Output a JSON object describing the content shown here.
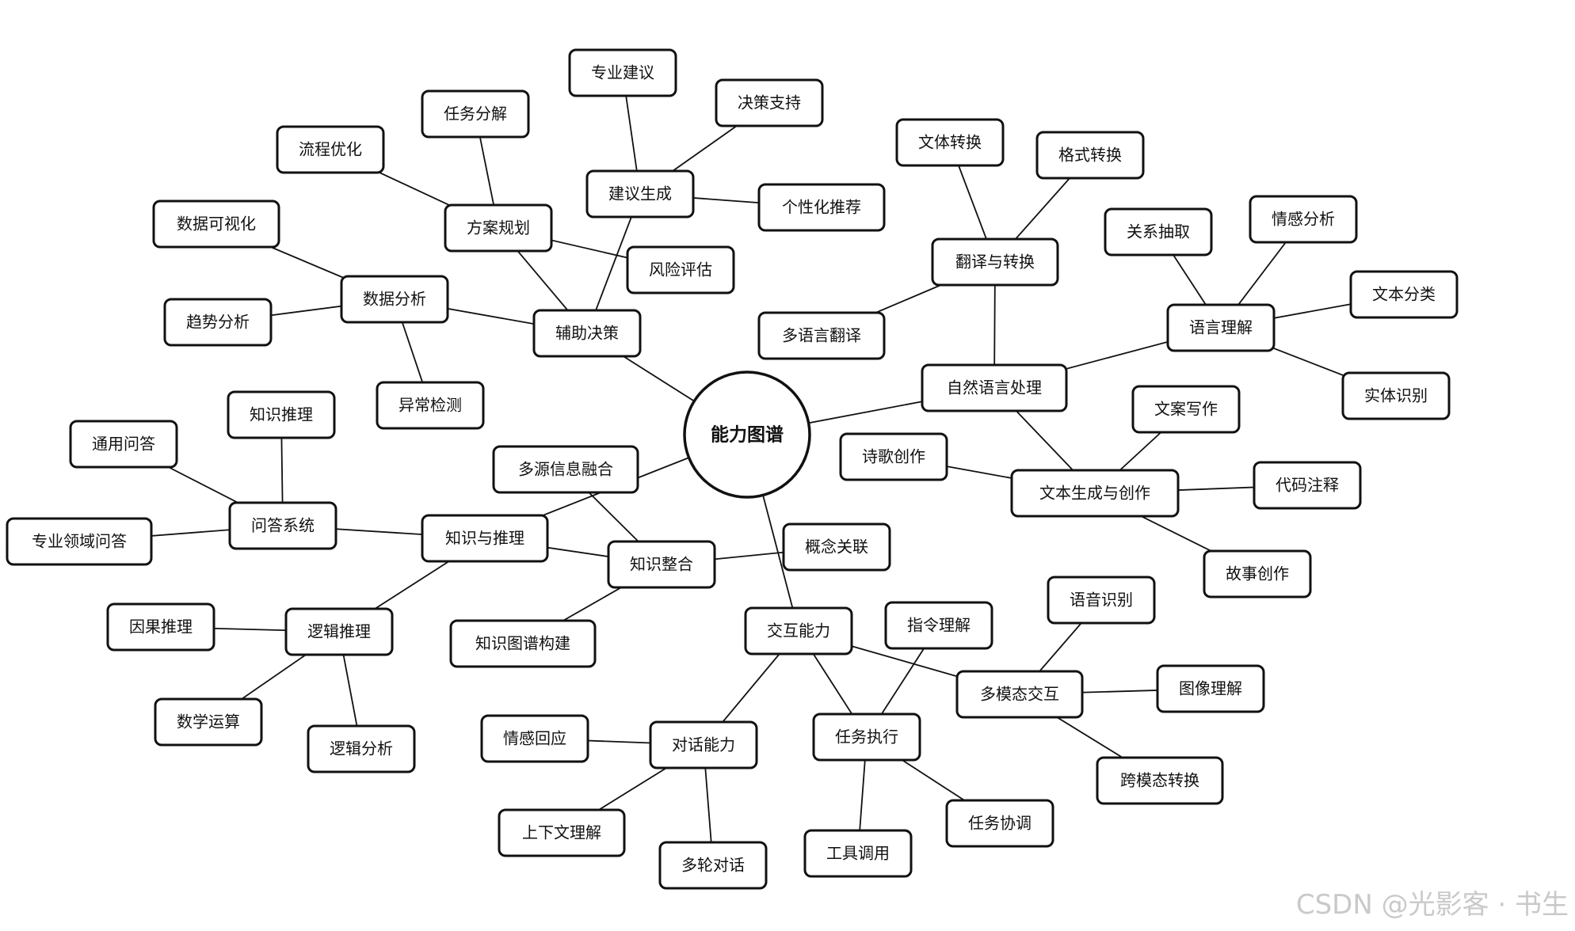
{
  "center": "能力图谱",
  "watermark": "CSDN @光影客 · 书生",
  "nodes": {
    "assist_decision": "辅助决策",
    "data_analysis": "数据分析",
    "data_viz": "数据可视化",
    "trend": "趋势分析",
    "anomaly": "异常检测",
    "plan": "方案规划",
    "flow_opt": "流程优化",
    "task_decomp": "任务分解",
    "risk": "风险评估",
    "suggest": "建议生成",
    "expert_advice": "专业建议",
    "decision_support": "决策支持",
    "personal_rec": "个性化推荐",
    "nlp": "自然语言处理",
    "translate": "翻译与转换",
    "style_conv": "文体转换",
    "format_conv": "格式转换",
    "multi_trans": "多语言翻译",
    "lang_understand": "语言理解",
    "relation": "关系抽取",
    "sentiment": "情感分析",
    "text_class": "文本分类",
    "entity": "实体识别",
    "text_gen": "文本生成与创作",
    "copywriting": "文案写作",
    "poetry": "诗歌创作",
    "code_comment": "代码注释",
    "story": "故事创作",
    "knowledge": "知识与推理",
    "qa": "问答系统",
    "kn_infer": "知识推理",
    "general_qa": "通用问答",
    "domain_qa": "专业领域问答",
    "logic": "逻辑推理",
    "causal": "因果推理",
    "math": "数学运算",
    "logic_analysis": "逻辑分析",
    "kn_integrate": "知识整合",
    "multi_source": "多源信息融合",
    "kg_build": "知识图谱构建",
    "concept": "概念关联",
    "interact": "交互能力",
    "dialogue": "对话能力",
    "emotion_resp": "情感回应",
    "context": "上下文理解",
    "multi_turn": "多轮对话",
    "task_exec": "任务执行",
    "instruction": "指令理解",
    "tool_call": "工具调用",
    "task_coord": "任务协调",
    "multimodal": "多模态交互",
    "speech": "语音识别",
    "image": "图像理解",
    "cross_modal": "跨模态转换"
  }
}
